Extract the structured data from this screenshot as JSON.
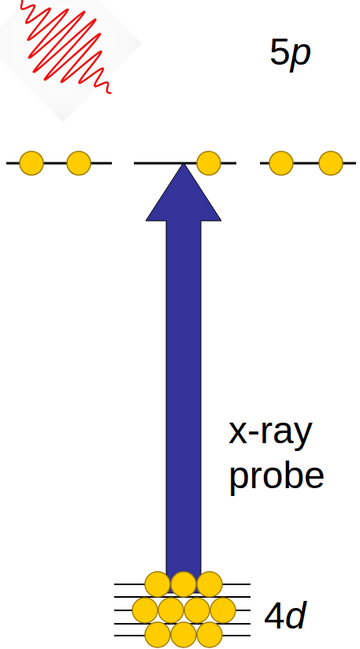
{
  "diagram": {
    "labels": [
      "5p",
      "x-ray probe",
      "4d"
    ]
  }
}
